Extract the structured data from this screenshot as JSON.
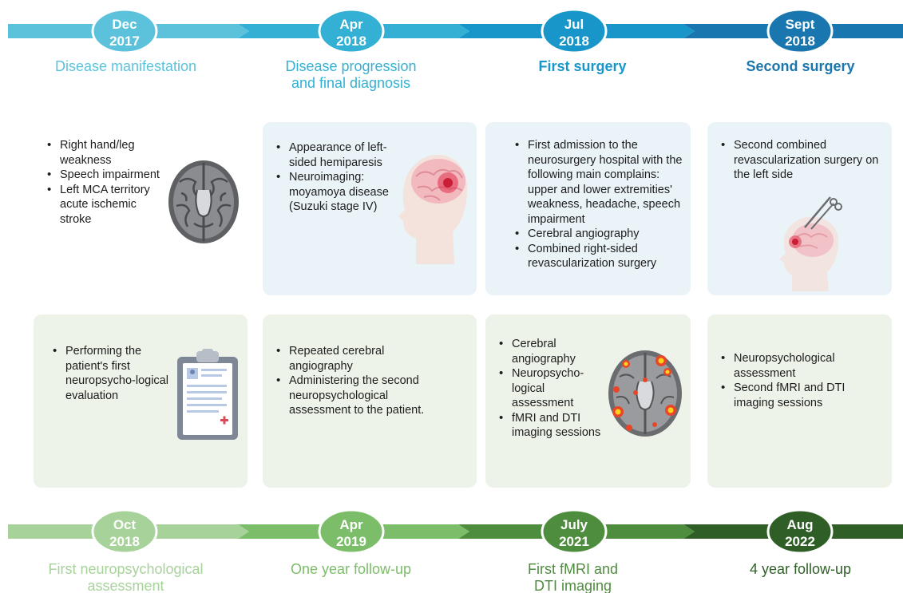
{
  "top_timeline": [
    {
      "month": "Dec",
      "year": "2017",
      "label_lines": [
        "Disease manifestation"
      ],
      "color": "#5cc2dc"
    },
    {
      "month": "Apr",
      "year": "2018",
      "label_lines": [
        "Disease progression",
        "and final diagnosis"
      ],
      "color": "#33b0d3"
    },
    {
      "month": "Jul",
      "year": "2018",
      "label_lines": [
        "First surgery"
      ],
      "color": "#1996c9"
    },
    {
      "month": "Sept",
      "year": "2018",
      "label_lines": [
        "Second surgery"
      ],
      "color": "#1a76ae"
    }
  ],
  "bottom_timeline": [
    {
      "month": "Oct",
      "year": "2018",
      "label_lines": [
        "First neuropsychological",
        "assessment"
      ],
      "color": "#a7d29a"
    },
    {
      "month": "Apr",
      "year": "2019",
      "label_lines": [
        "One year follow-up"
      ],
      "color": "#7cbd69"
    },
    {
      "month": "July",
      "year": "2021",
      "label_lines": [
        "First fMRI and",
        "DTI imaging"
      ],
      "color": "#4f8d3e"
    },
    {
      "month": "Aug",
      "year": "2022",
      "label_lines": [
        "4 year follow-up"
      ],
      "color": "#2f5f27"
    }
  ],
  "top_cards": [
    {
      "items": [
        "Right hand/leg weakness",
        "Speech impairment",
        "Left MCA territory acute ischemic stroke"
      ],
      "icon": "brain-axial-icon"
    },
    {
      "items": [
        "Appearance of left-sided hemiparesis",
        "Neuroimaging: moyamoya disease (Suzuki stage IV)"
      ],
      "icon": "head-brain-lesion-icon"
    },
    {
      "items": [
        "First admission to the neurosurgery hospital with the following main complains: upper and lower extremities' weakness, headache, speech impairment",
        "Cerebral angiography",
        "Combined right-sided revascularization surgery"
      ],
      "icon": ""
    },
    {
      "items": [
        "Second combined revascularization surgery on the left side"
      ],
      "icon": "head-surgery-icon"
    }
  ],
  "bottom_cards": [
    {
      "items": [
        "Performing the patient's first neuropsycho-logical evaluation"
      ],
      "icon": "clipboard-icon"
    },
    {
      "items": [
        "Repeated cerebral angiography",
        "Administering the second neuropsychological assessment to the patient."
      ],
      "icon": ""
    },
    {
      "items": [
        "Cerebral angiography",
        "Neuropsycho-logical assessment",
        "fMRI and DTI imaging sessions"
      ],
      "icon": "fmri-brain-icon"
    },
    {
      "items": [
        "Neuropsychological assessment",
        "Second fMRI and DTI imaging sessions"
      ],
      "icon": ""
    }
  ]
}
